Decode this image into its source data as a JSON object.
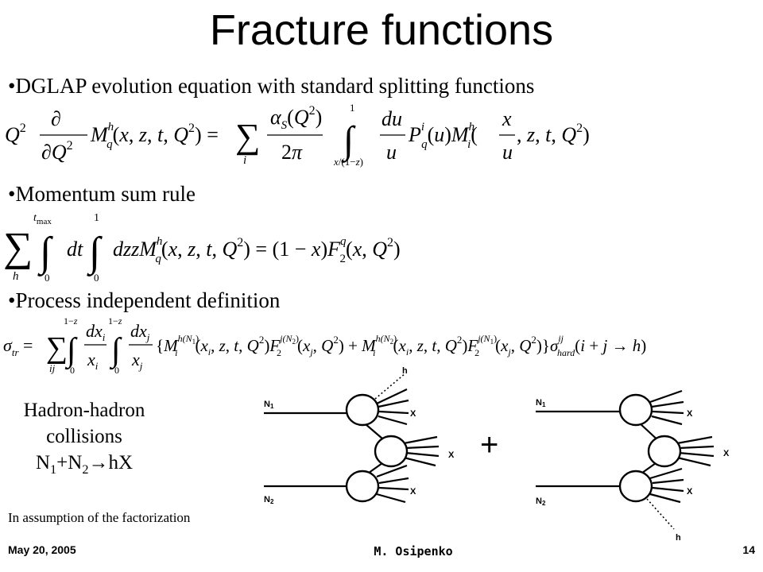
{
  "slide": {
    "title": "Fracture functions",
    "bullets": [
      "•DGLAP evolution equation with standard splitting functions",
      "•Momentum sum rule",
      "•Process independent definition"
    ],
    "side_text": {
      "line1": "Hadron-hadron",
      "line2": "collisions",
      "reaction_n1": "N",
      "reaction_n1_sub": "1",
      "reaction_plus": "+N",
      "reaction_n2_sub": "2",
      "reaction_arrow": "→",
      "reaction_product": "hX"
    },
    "note": "In assumption of the factorization",
    "plus_sign": "+",
    "footer": {
      "date": "May 20, 2005",
      "author": "M. Osipenko",
      "page": "14"
    }
  },
  "diagram_labels": {
    "n1": "N1",
    "n2": "N2",
    "h": "h",
    "x": "X"
  }
}
